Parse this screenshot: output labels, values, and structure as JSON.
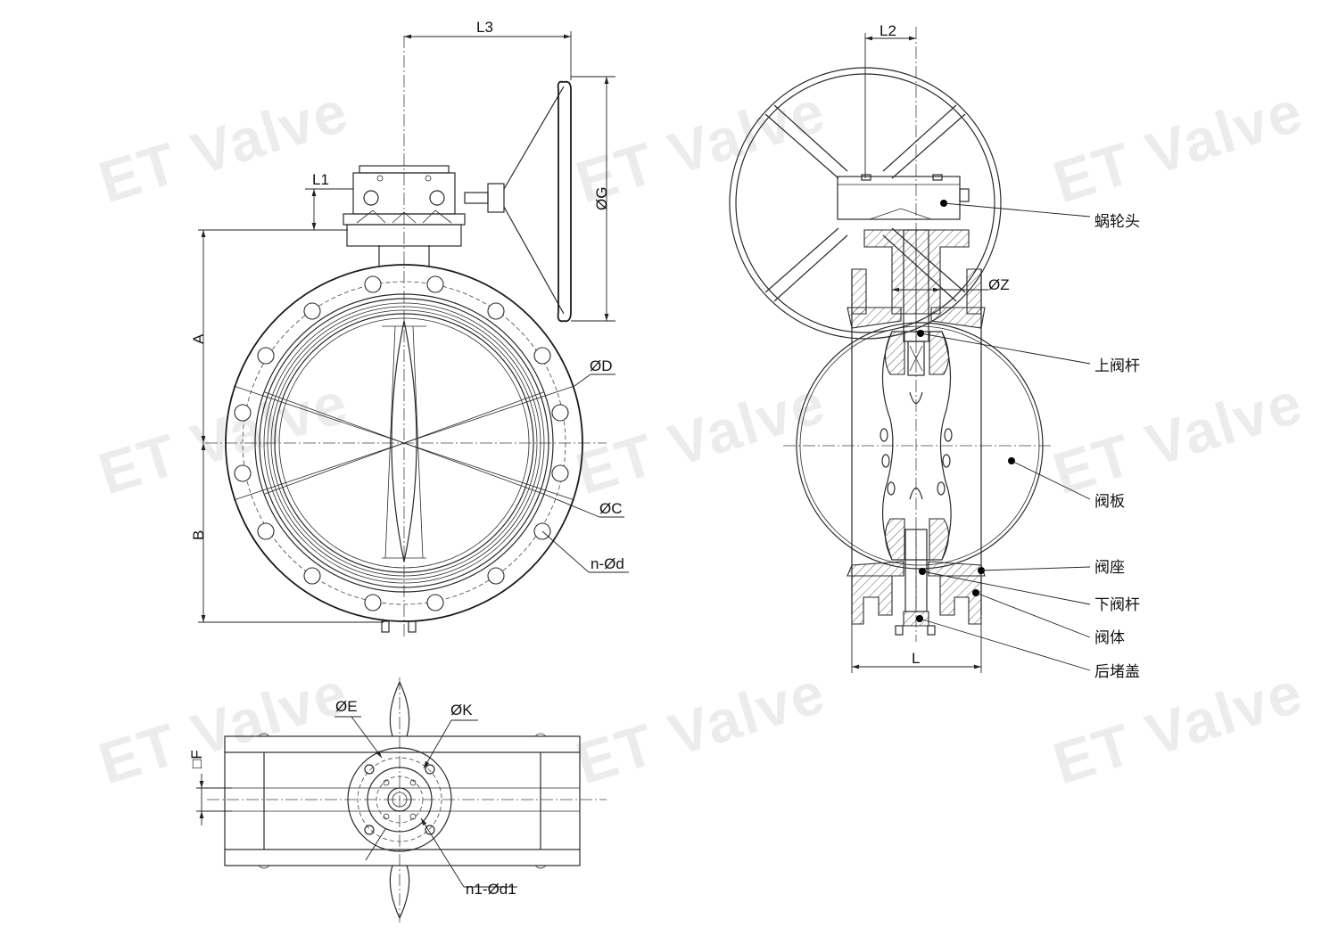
{
  "watermark": "ET Valve",
  "dimensions": {
    "L3": "L3",
    "L1": "L1",
    "L2": "L2",
    "A": "A",
    "B": "B",
    "G": "ØG",
    "D": "ØD",
    "C": "ØC",
    "nd": "n-Ød",
    "Z": "ØZ",
    "L": "L",
    "E": "ØE",
    "K": "ØK",
    "F": "□F",
    "n1d1": "n1-Ød1"
  },
  "parts": {
    "worm_gear_head": "蜗轮头",
    "upper_stem": "上阀杆",
    "disc": "阀板",
    "seat": "阀座",
    "lower_stem": "下阀杆",
    "body": "阀体",
    "rear_plug_cover": "后堵盖"
  }
}
